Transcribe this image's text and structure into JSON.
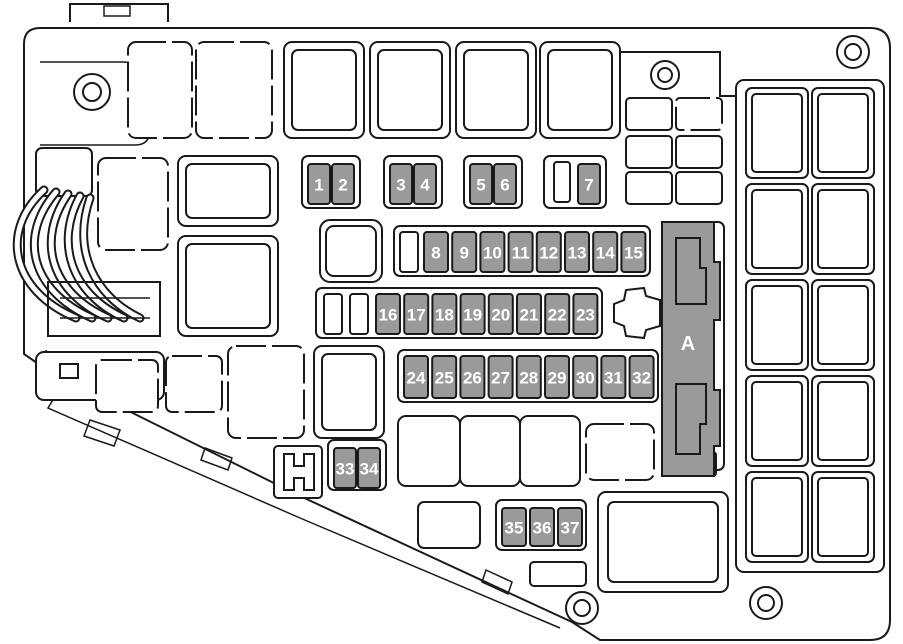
{
  "fuses": [
    "1",
    "2",
    "3",
    "4",
    "5",
    "6",
    "7",
    "8",
    "9",
    "10",
    "11",
    "12",
    "13",
    "14",
    "15",
    "16",
    "17",
    "18",
    "19",
    "20",
    "21",
    "22",
    "23",
    "24",
    "25",
    "26",
    "27",
    "28",
    "29",
    "30",
    "31",
    "32",
    "33",
    "34",
    "35",
    "36",
    "37"
  ],
  "block_label": "A",
  "colors": {
    "fuse_fill": "#9a9a9a",
    "outline": "#1a1a1a",
    "background": "#ffffff"
  }
}
